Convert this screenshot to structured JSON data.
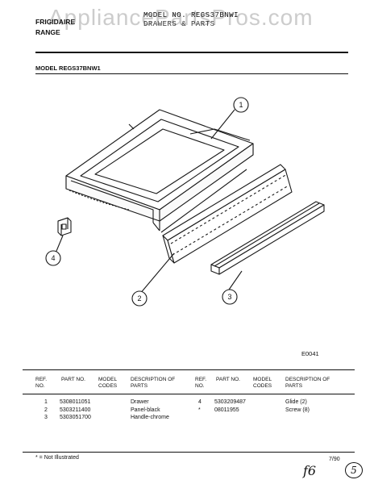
{
  "header": {
    "category_line1": "FRIGIDAIRE",
    "category_line2": "RANGE",
    "model_line": "MODEL NO. REGS37BNWI",
    "model_line2": "DRAWERS & PARTS",
    "watermark": "AppliancePartsPros.com"
  },
  "section_title": "MODEL REGS37BNW1",
  "diagram_id": "E0041",
  "callouts": [
    "1",
    "2",
    "3",
    "4"
  ],
  "table": {
    "columns": [
      "REF. NO.",
      "PART NO.",
      "MODEL CODES",
      "DESCRIPTION OF PARTS"
    ],
    "left_rows": [
      {
        "ref": "1",
        "part": "5308011051",
        "codes": "",
        "desc": "Drawer"
      },
      {
        "ref": "2",
        "part": "5303211400",
        "codes": "",
        "desc": "Panel-black"
      },
      {
        "ref": "3",
        "part": "5303051700",
        "codes": "",
        "desc": "Handle-chrome"
      }
    ],
    "right_rows": [
      {
        "ref": "4",
        "part": "5303209487",
        "codes": "",
        "desc": "Glide (2)"
      },
      {
        "ref": "*",
        "part": "08011955",
        "codes": "",
        "desc": "Screw (8)"
      }
    ]
  },
  "footer": {
    "note": "* = Not Illustrated",
    "date": "7/90",
    "handwritten_1": "f6",
    "handwritten_2": "5"
  }
}
